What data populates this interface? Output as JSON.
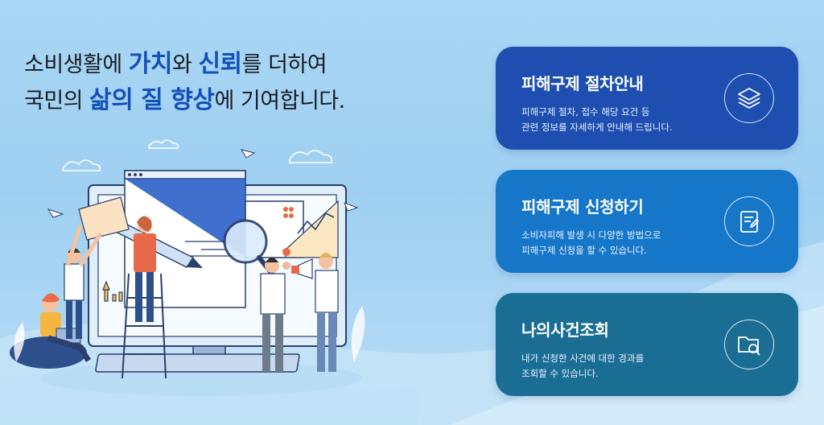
{
  "headline": {
    "line1": {
      "pre": "소비생활에 ",
      "em1": "가치",
      "mid": "와 ",
      "em2": "신뢰",
      "post": "를 더하여"
    },
    "line2": {
      "pre": "국민의 ",
      "em": "삶의 질 향상",
      "post": "에 기여합니다."
    }
  },
  "cards": [
    {
      "title": "피해구제 절차안내",
      "desc_line1": "피해구제 절차, 접수 해당 요건 등",
      "desc_line2": "관련 정보를 자세하게 안내해 드립니다.",
      "icon": "layers-icon",
      "color": "#1e4fb0"
    },
    {
      "title": "피해구제 신청하기",
      "desc_line1": "소비자피해 발생 시 다양한 방법으로",
      "desc_line2": "피해구제 신청을 할 수 있습니다.",
      "icon": "notepad-icon",
      "color": "#1677c9"
    },
    {
      "title": "나의사건조회",
      "desc_line1": "내가 신청한 사건에 대한 경과를",
      "desc_line2": "조회할 수 있습니다.",
      "icon": "folder-search-icon",
      "color": "#1a6d93"
    }
  ],
  "colors": {
    "accent": "#1450b8",
    "background": "#a9d6f4"
  }
}
